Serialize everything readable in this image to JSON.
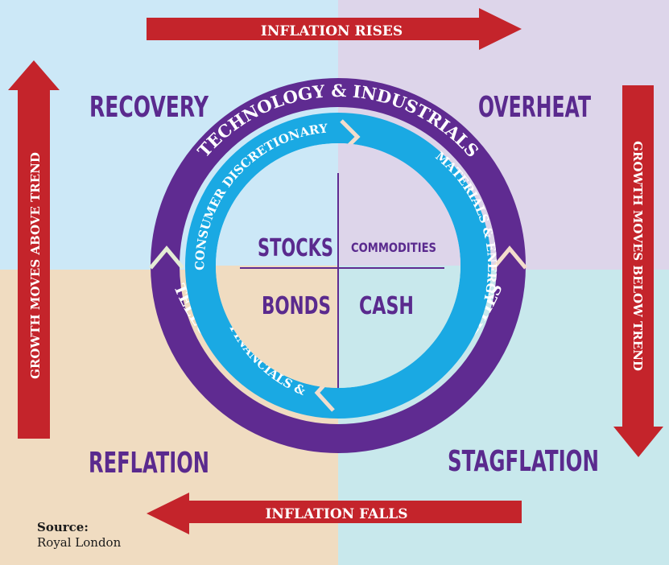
{
  "colors": {
    "recovery_bg": "#cce8f7",
    "overheat_bg": "#ddd5ea",
    "reflation_bg": "#f0dcc1",
    "stagflation_bg": "#c8e8ec",
    "arrow_red": "#c4242b",
    "purple": "#5f2b91",
    "cyan": "#1aa9e3",
    "chevron": "#f3ddcc",
    "text_purple": "#5a2a8e"
  },
  "phases": {
    "recovery": "RECOVERY",
    "overheat": "OVERHEAT",
    "reflation": "REFLATION",
    "stagflation": "STAGFLATION"
  },
  "arrows": {
    "top": "INFLATION RISES",
    "bottom": "INFLATION FALLS",
    "left": "GROWTH MOVES ABOVE TREND",
    "right": "GROWTH MOVES BELOW TREND"
  },
  "outer_ring": {
    "top": "TECHNOLOGY & INDUSTRIALS",
    "bottom": "TELECOM, STAPLES, HEALTHCARE & UTILITIES"
  },
  "inner_ring": {
    "top_left": "CONSUMER DISCRETIONARY",
    "left": "FINANCIALS &",
    "right": "MATERIALS & ENERGY"
  },
  "assets": {
    "top_left": "STOCKS",
    "top_right": "COMMODITIES",
    "bottom_left": "BONDS",
    "bottom_right": "CASH"
  },
  "source": {
    "label": "Source:",
    "value": "Royal London"
  }
}
